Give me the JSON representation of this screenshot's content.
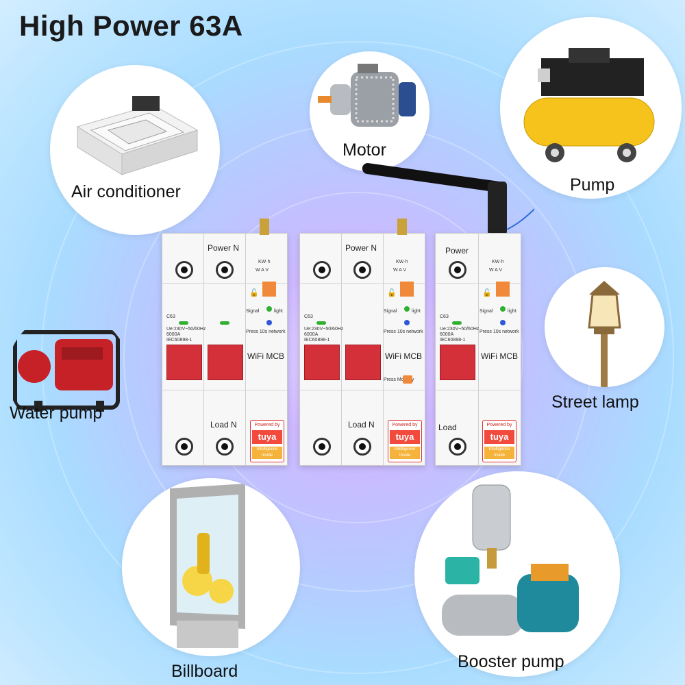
{
  "title": "High Power 63A",
  "devices": {
    "air_conditioner": "Air conditioner",
    "motor": "Motor",
    "pump": "Pump",
    "water_pump": "Water pump",
    "street_lamp": "Street lamp",
    "billboard": "Billboard",
    "booster_pump": "Booster pump"
  },
  "breaker": {
    "power": "Power",
    "power_n": "Power  N",
    "load": "Load",
    "load_n": "Load   N",
    "kwh": "KW·h",
    "wav": "W  A  V",
    "model": "C63",
    "spec1": "Ue:230V~50/60Hz",
    "spec2": "6000A",
    "spec3": "IEC60898-1",
    "signal": "Signal",
    "light": "light",
    "press": "Press 10s network",
    "wifi_mcb": "WiFi  MCB",
    "powered_by": "Powered by",
    "tuya": "tuya",
    "intelligence": "Intelligence Inside",
    "press_monthly": "Press Monthly"
  }
}
